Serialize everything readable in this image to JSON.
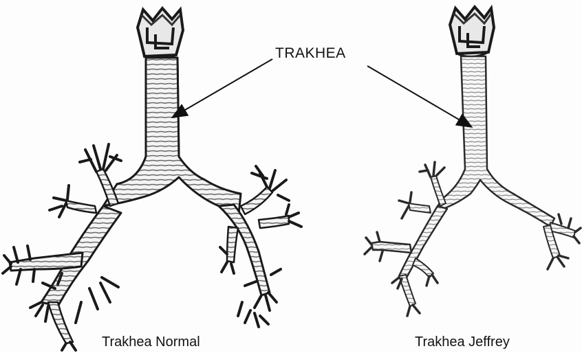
{
  "labels": {
    "pointer_label": "TRAKHEA",
    "left_caption": "Trakhea Normal",
    "right_caption": "Trakhea Jeffrey"
  },
  "colors": {
    "ink": "#1a1a1a",
    "shading": "#8a8a8a",
    "paper": "#fdfdfd"
  }
}
